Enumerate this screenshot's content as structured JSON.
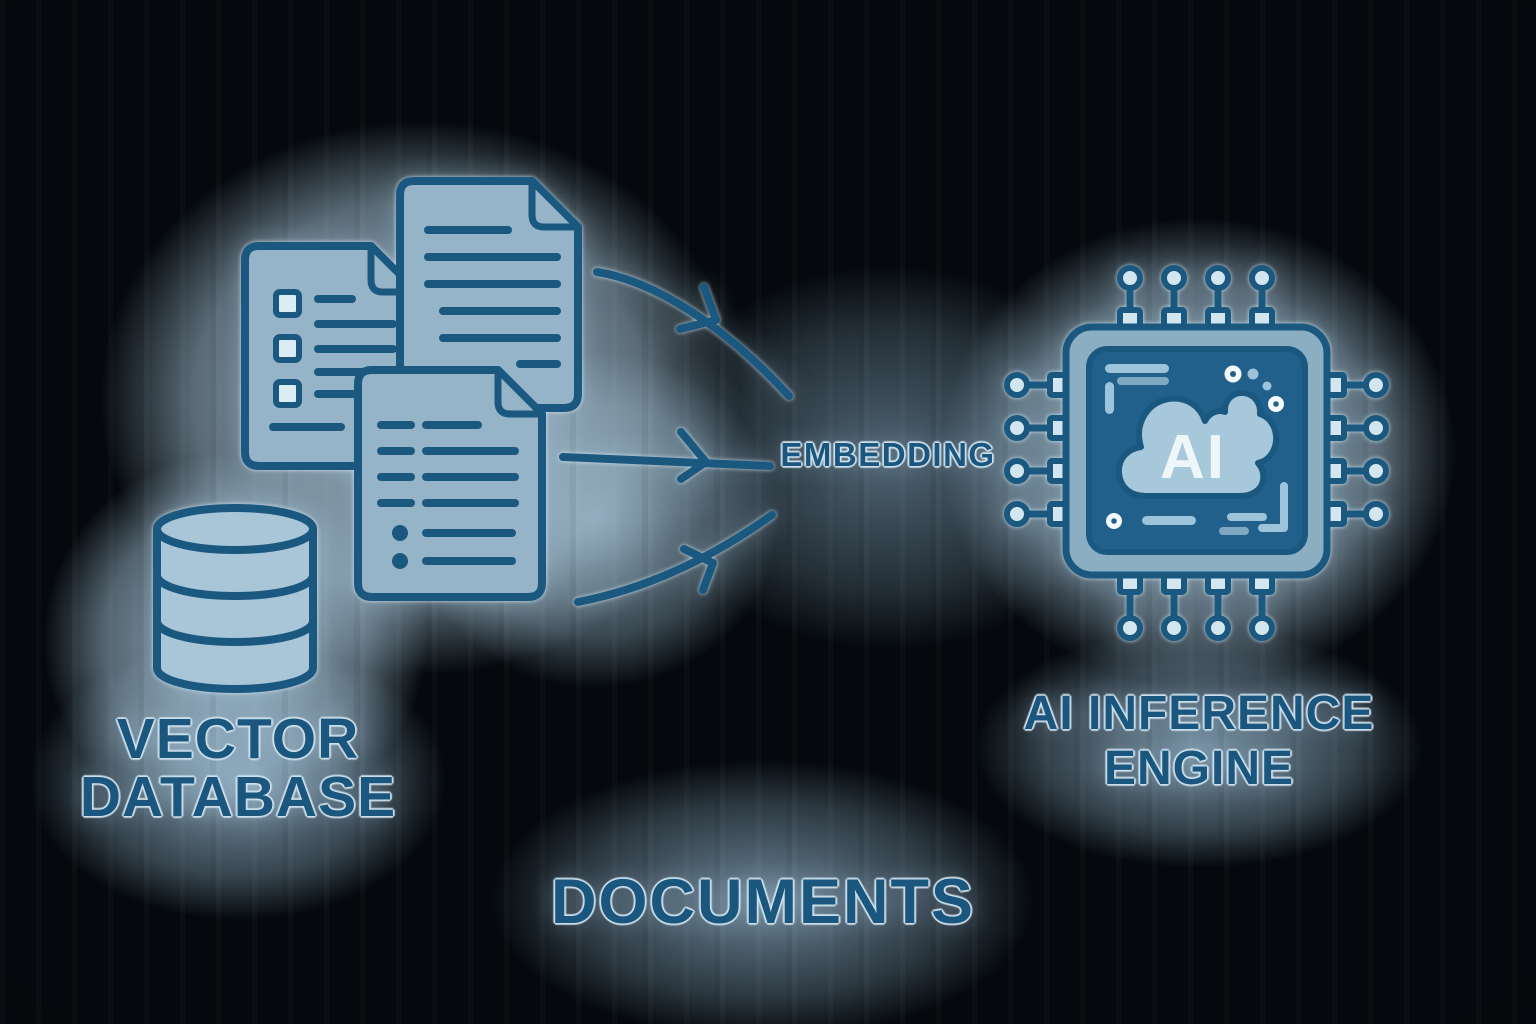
{
  "labels": {
    "vector_db_line1": "VECTOR",
    "vector_db_line2": "DATABASE",
    "documents": "DOCUMENTS",
    "embedding": "EMBEDDING",
    "engine_line1": "AI INFERENCE",
    "engine_line2": "ENGINE",
    "chip_badge": "AI"
  },
  "icons": {
    "database": "database-cylinder-icon",
    "documents": "document-stack-icon",
    "ai_chip": "cpu-chip-cloud-icon",
    "flow": "converging-arrows-icon"
  },
  "colors": {
    "bg": "#05090d",
    "glow": "#a6c2d5",
    "outline-dark": "#1a5880",
    "icon-fill": "#96b4c8",
    "icon-fill-bright": "#a9c6d9",
    "chip-outer": "#8caec3",
    "chip-inner": "#20608a",
    "cloud": "#a7c7db",
    "pad-fill": "#d3e6f0",
    "checkbox-fill": "#dcecf5",
    "detail-light": "#9cc3da",
    "detail-dim": "#7fa8c2",
    "detail-white": "#f4f9fc",
    "label-text": "#1a567e",
    "label-outline": "#cfe2ee",
    "badge-text": "#eef6fa"
  }
}
